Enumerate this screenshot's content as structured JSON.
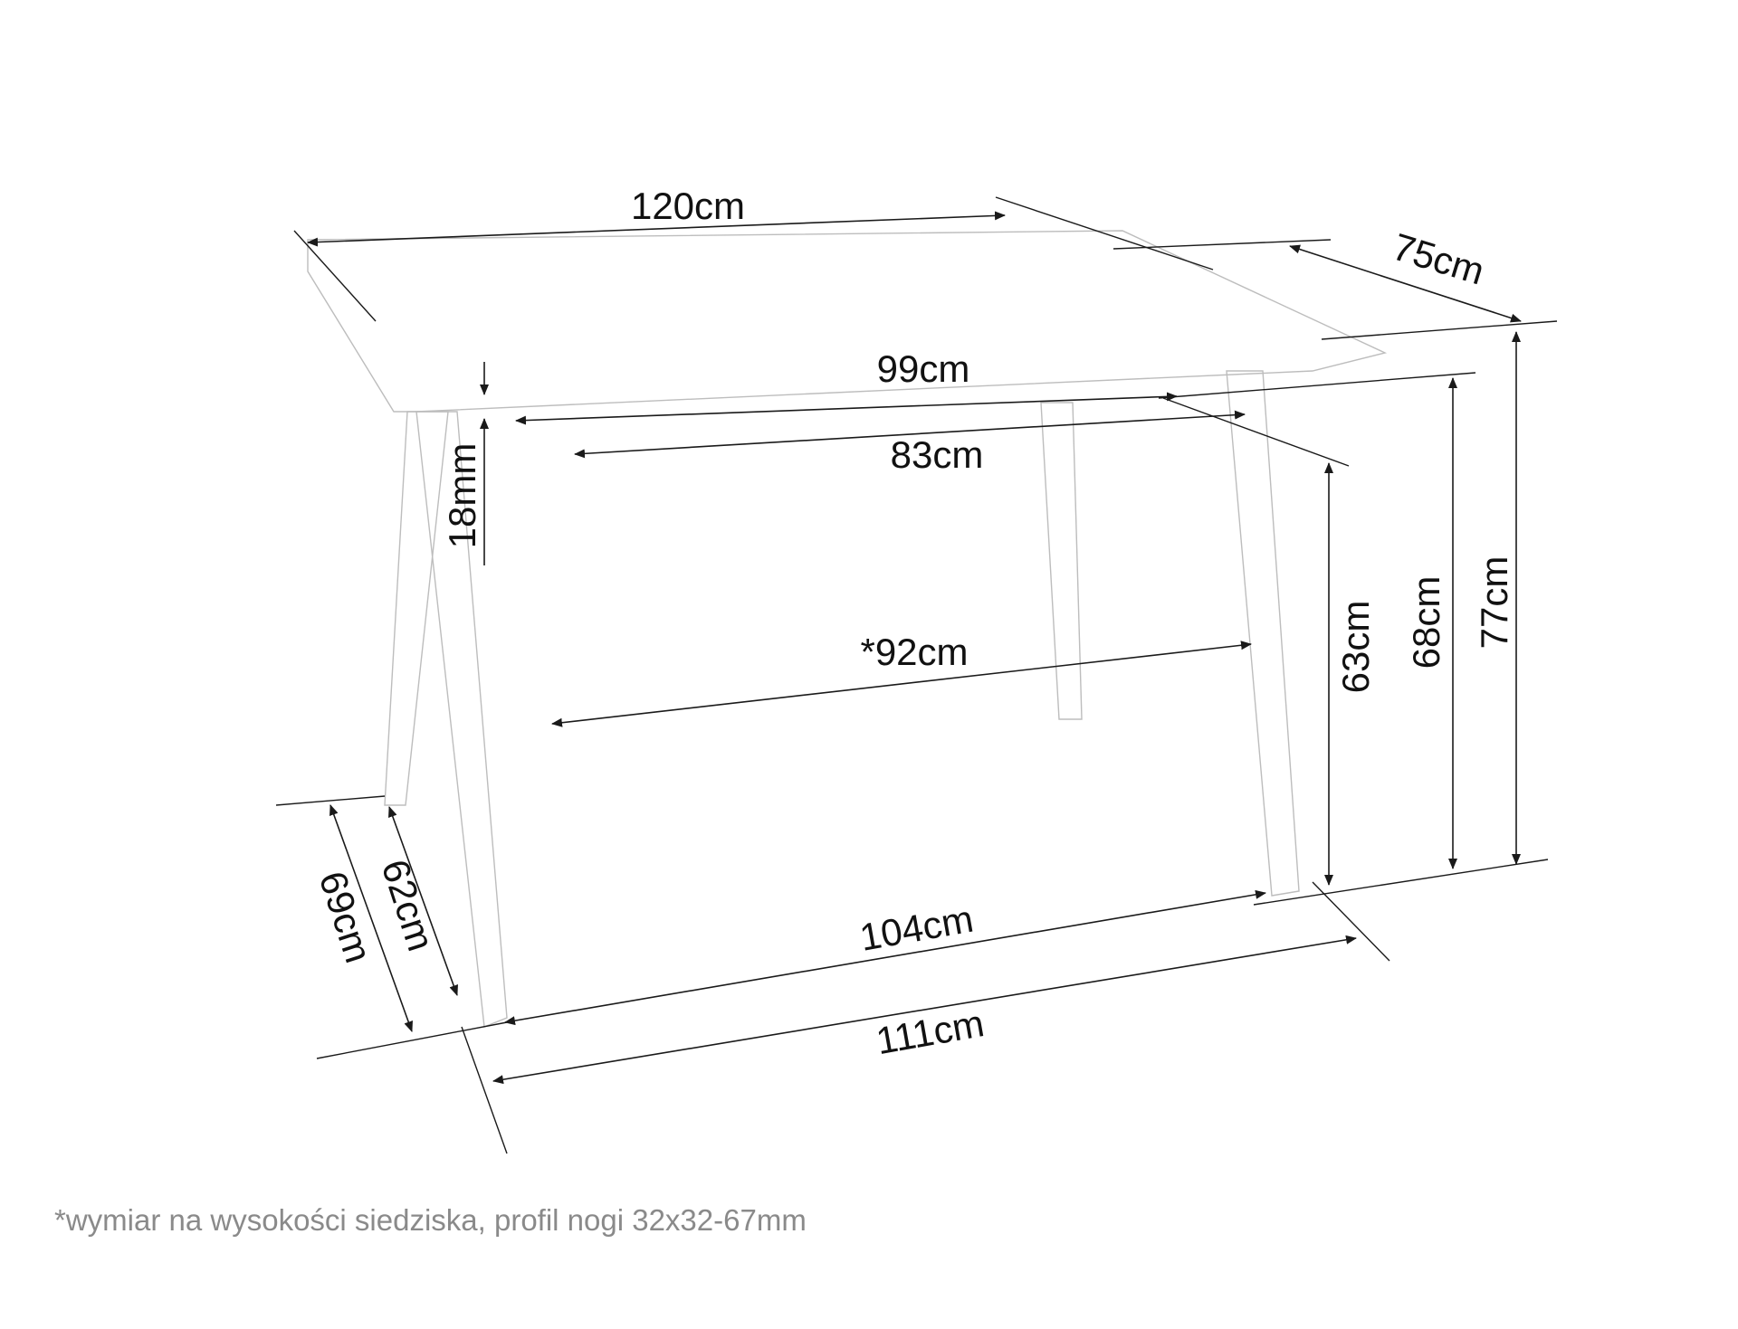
{
  "dimensions": {
    "top_length": "120cm",
    "top_width": "75cm",
    "apron_length": "99cm",
    "leg_inner_span": "83cm",
    "top_thickness": "18mm",
    "seat_height_span": "*92cm",
    "knee_clearance_63": "63cm",
    "height_68": "68cm",
    "total_height": "77cm",
    "side_62": "62cm",
    "side_69": "69cm",
    "base_104": "104cm",
    "base_111": "111cm"
  },
  "footnote": "*wymiar na wysokości siedziska, profil nogi 32x32-67mm"
}
